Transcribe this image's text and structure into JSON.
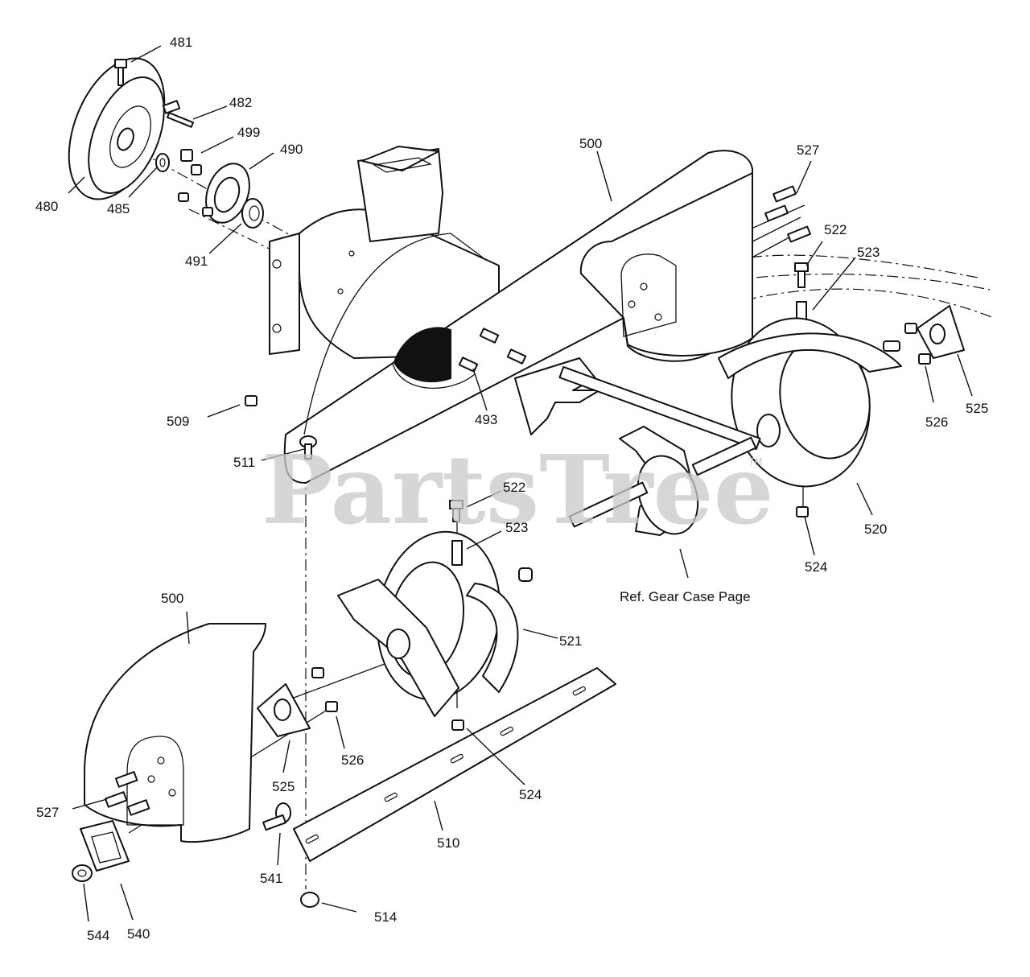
{
  "watermark": {
    "text": "PartsTree",
    "mark": "TM"
  },
  "reference_note": "Ref. Gear Case Page",
  "labels": [
    {
      "id": "lbl-481",
      "text": "481"
    },
    {
      "id": "lbl-482",
      "text": "482"
    },
    {
      "id": "lbl-499",
      "text": "499"
    },
    {
      "id": "lbl-490",
      "text": "490"
    },
    {
      "id": "lbl-480",
      "text": "480"
    },
    {
      "id": "lbl-485",
      "text": "485"
    },
    {
      "id": "lbl-491",
      "text": "491"
    },
    {
      "id": "lbl-500a",
      "text": "500"
    },
    {
      "id": "lbl-527a",
      "text": "527"
    },
    {
      "id": "lbl-522a",
      "text": "522"
    },
    {
      "id": "lbl-523a",
      "text": "523"
    },
    {
      "id": "lbl-493",
      "text": "493"
    },
    {
      "id": "lbl-509",
      "text": "509"
    },
    {
      "id": "lbl-511",
      "text": "511"
    },
    {
      "id": "lbl-526a",
      "text": "526"
    },
    {
      "id": "lbl-525a",
      "text": "525"
    },
    {
      "id": "lbl-520",
      "text": "520"
    },
    {
      "id": "lbl-524a",
      "text": "524"
    },
    {
      "id": "lbl-522b",
      "text": "522"
    },
    {
      "id": "lbl-523b",
      "text": "523"
    },
    {
      "id": "lbl-500b",
      "text": "500"
    },
    {
      "id": "lbl-521",
      "text": "521"
    },
    {
      "id": "lbl-527b",
      "text": "527"
    },
    {
      "id": "lbl-525b",
      "text": "525"
    },
    {
      "id": "lbl-526b",
      "text": "526"
    },
    {
      "id": "lbl-524b",
      "text": "524"
    },
    {
      "id": "lbl-510",
      "text": "510"
    },
    {
      "id": "lbl-541",
      "text": "541"
    },
    {
      "id": "lbl-544",
      "text": "544"
    },
    {
      "id": "lbl-540",
      "text": "540"
    },
    {
      "id": "lbl-514",
      "text": "514"
    }
  ]
}
